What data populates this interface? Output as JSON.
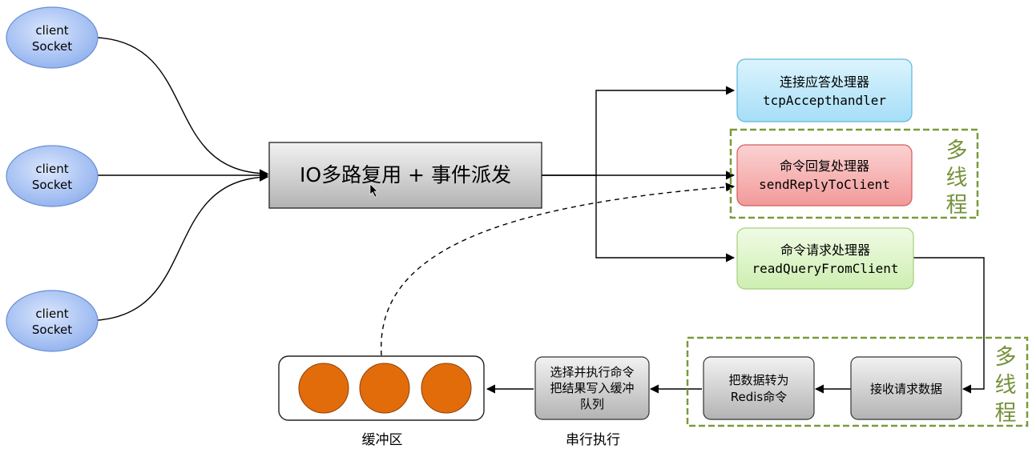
{
  "clients": [
    {
      "line1": "client",
      "line2": "Socket"
    },
    {
      "line1": "client",
      "line2": "Socket"
    },
    {
      "line1": "client",
      "line2": "Socket"
    }
  ],
  "multiplexer": {
    "label": "IO多路复用 + 事件派发"
  },
  "handlers": {
    "accept": {
      "title": "连接应答处理器",
      "code": "tcpAccepthandler"
    },
    "reply": {
      "title": "命令回复处理器",
      "code": "sendReplyToClient"
    },
    "query": {
      "title": "命令请求处理器",
      "code": "readQueryFromClient"
    }
  },
  "multithread_label": {
    "chars": [
      "多",
      "线",
      "程"
    ]
  },
  "pipeline": {
    "receive": "接收请求数据",
    "convert": {
      "line1": "把数据转为",
      "line2": "Redis命令"
    },
    "execute": {
      "line1": "选择并执行命令",
      "line2": "把结果写入缓冲",
      "line3": "队列"
    }
  },
  "captions": {
    "buffer": "缓冲区",
    "serial": "串行执行"
  },
  "colors": {
    "client_fill": "#a9c4f5",
    "accept_fill": "#bfe9fb",
    "reply_fill": "#f7b6b6",
    "query_fill": "#dcf5c4",
    "buffer_circle": "#e36c0a",
    "dashed_border": "#7a9a3a",
    "multithread_text": "#76923c"
  }
}
